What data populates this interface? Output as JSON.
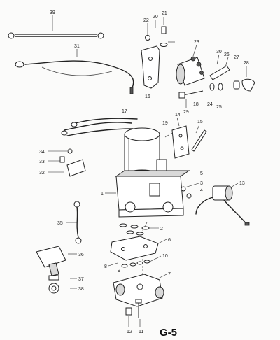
{
  "page_label": "G-5",
  "callouts": [
    {
      "n": "1"
    },
    {
      "n": "2"
    },
    {
      "n": "3"
    },
    {
      "n": "4"
    },
    {
      "n": "5"
    },
    {
      "n": "6"
    },
    {
      "n": "7"
    },
    {
      "n": "8"
    },
    {
      "n": "9"
    },
    {
      "n": "10"
    },
    {
      "n": "11"
    },
    {
      "n": "12"
    },
    {
      "n": "13"
    },
    {
      "n": "14"
    },
    {
      "n": "15"
    },
    {
      "n": "16"
    },
    {
      "n": "17"
    },
    {
      "n": "18"
    },
    {
      "n": "19"
    },
    {
      "n": "20"
    },
    {
      "n": "21"
    },
    {
      "n": "22"
    },
    {
      "n": "23"
    },
    {
      "n": "24"
    },
    {
      "n": "25"
    },
    {
      "n": "26"
    },
    {
      "n": "27"
    },
    {
      "n": "28"
    },
    {
      "n": "29"
    },
    {
      "n": "30"
    },
    {
      "n": "31"
    },
    {
      "n": "32"
    },
    {
      "n": "33"
    },
    {
      "n": "34"
    },
    {
      "n": "35"
    },
    {
      "n": "36"
    },
    {
      "n": "37"
    },
    {
      "n": "38"
    },
    {
      "n": "39"
    }
  ]
}
